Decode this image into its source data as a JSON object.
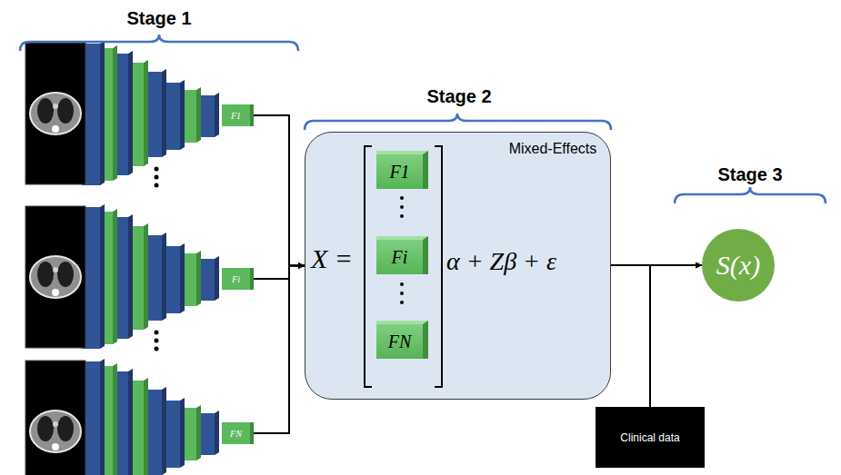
{
  "diagram": {
    "nodes": [
      {
        "text": [
          "F1"
        ]
      },
      {
        "text": [
          "Fi"
        ]
      },
      {
        "text": [
          "FN"
        ]
      },
      {
        "text": [
          "Mixed-Effects",
          "X =",
          "α + Zβ + ε"
        ]
      },
      {
        "text": [
          "F1"
        ],
        "in": 3
      },
      {
        "text": [
          "Fi"
        ],
        "in": 3
      },
      {
        "text": [
          "FN"
        ],
        "in": 3
      },
      {
        "text": [
          "Clinical data"
        ]
      },
      {
        "text": [
          "S(x)"
        ]
      }
    ],
    "edges": [
      {
        "from": 0,
        "to": 3,
        "arrow": "to"
      },
      {
        "from": 1,
        "to": 3,
        "arrow": "to"
      },
      {
        "from": 2,
        "to": 3,
        "arrow": "to"
      },
      {
        "from": 3,
        "to": 8,
        "arrow": "to"
      },
      {
        "from": 7,
        "to": 8,
        "arrow": "to"
      }
    ],
    "labels": [
      "Stage 1",
      "Stage 2",
      "Stage 3"
    ]
  }
}
